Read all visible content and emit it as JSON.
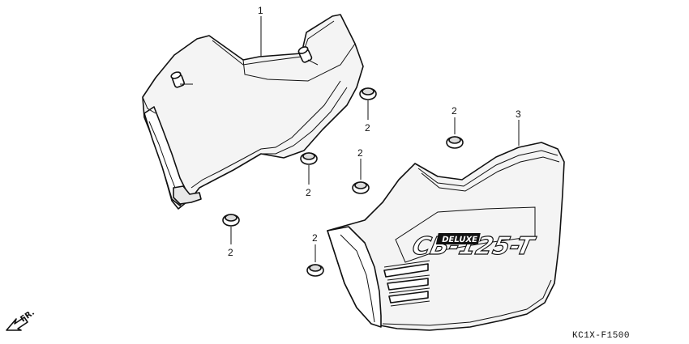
{
  "diagram": {
    "callouts": {
      "part1": "1",
      "part2_labels": [
        "2",
        "2",
        "2",
        "2",
        "2",
        "2"
      ],
      "part3": "3"
    },
    "emblem_text": "CB-125-T",
    "badge_text": "DELUXE",
    "direction_label": "FR.",
    "figure_code": "KC1X-F1500"
  }
}
